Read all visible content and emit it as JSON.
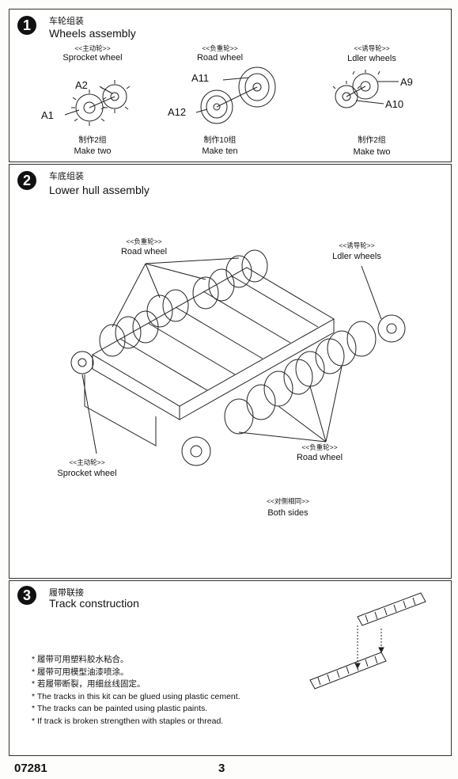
{
  "step1": {
    "num": "1",
    "title_cn": "车轮组装",
    "title_en": "Wheels assembly",
    "sprocket": {
      "label_cn": "<<主动轮>>",
      "label_en": "Sprocket wheel",
      "qty_cn": "制作2组",
      "qty_en": "Make two",
      "parts": [
        "A2",
        "A1"
      ]
    },
    "road": {
      "label_cn": "<<负重轮>>",
      "label_en": "Road wheel",
      "qty_cn": "制作10组",
      "qty_en": "Make ten",
      "parts": [
        "A11",
        "A12"
      ]
    },
    "idler": {
      "label_cn": "<<诱导轮>>",
      "label_en": "Ldler wheels",
      "qty_cn": "制作2组",
      "qty_en": "Make two",
      "parts": [
        "A9",
        "A10"
      ]
    }
  },
  "step2": {
    "num": "2",
    "title_cn": "车底组装",
    "title_en": "Lower hull assembly",
    "road_top": {
      "label_cn": "<<负重轮>>",
      "label_en": "Road wheel"
    },
    "idler": {
      "label_cn": "<<诱导轮>>",
      "label_en": "Ldler wheels"
    },
    "road_bottom": {
      "label_cn": "<<负重轮>>",
      "label_en": "Road wheel"
    },
    "sprocket": {
      "label_cn": "<<主动轮>>",
      "label_en": "Sprocket wheel"
    },
    "both": {
      "label_cn": "<<对侧相同>>",
      "label_en": "Both sides"
    }
  },
  "step3": {
    "num": "3",
    "title_cn": "履带联接",
    "title_en": "Track construction",
    "notes": [
      "* 履带可用塑料胶水粘合。",
      "* 履带可用模型油漆喷涂。",
      "* 若履带断裂，用细丝线固定。",
      "* The tracks in this kit can be glued using plastic cement.",
      "* The tracks can be painted using plastic paints.",
      "* If track is broken strengthen with staples or thread."
    ]
  },
  "footer": {
    "code": "07281",
    "page": "3"
  }
}
